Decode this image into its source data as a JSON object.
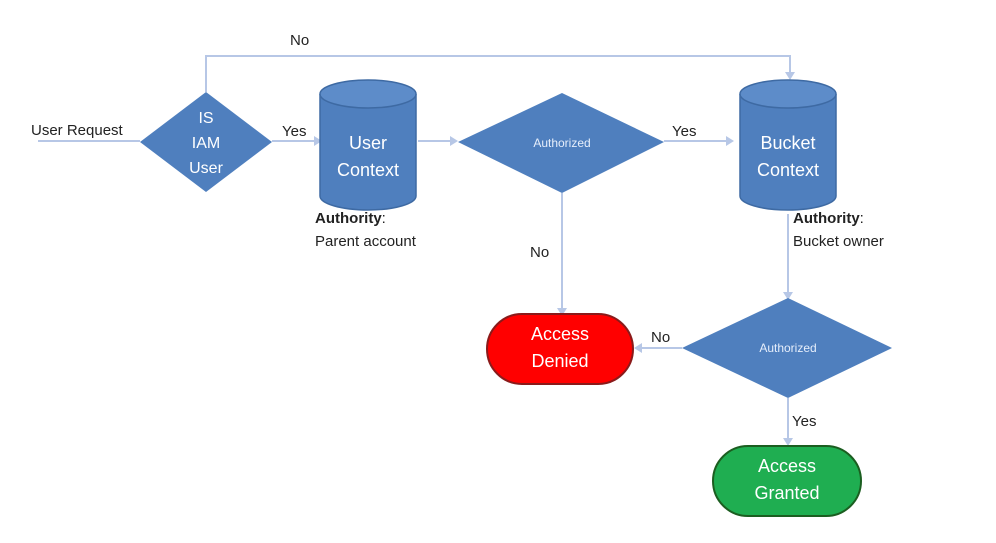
{
  "colors": {
    "node_blue": "#4f7fbe",
    "connector": "#b7c7e6",
    "denied": "#ff0000",
    "granted": "#1fae51"
  },
  "labels": {
    "user_request": "User Request",
    "no_top": "No",
    "yes_first": "Yes",
    "yes_second": "Yes",
    "no_middle": "No",
    "no_bottom": "No",
    "yes_bottom": "Yes"
  },
  "nodes": {
    "is_iam_user": {
      "line1": "IS",
      "line2": "IAM",
      "line3": "User"
    },
    "user_context": {
      "line1": "User",
      "line2": "Context"
    },
    "authorized_1": {
      "label": "Authorized"
    },
    "bucket_context": {
      "line1": "Bucket",
      "line2": "Context"
    },
    "authorized_2": {
      "label": "Authorized"
    },
    "access_denied": {
      "line1": "Access",
      "line2": "Denied"
    },
    "access_granted": {
      "line1": "Access",
      "line2": "Granted"
    }
  },
  "annotations": {
    "user_authority": {
      "title": "Authority",
      "suffix": ":",
      "value": "Parent account"
    },
    "bucket_authority": {
      "title": "Authority",
      "suffix": ":",
      "value": "Bucket owner"
    }
  }
}
